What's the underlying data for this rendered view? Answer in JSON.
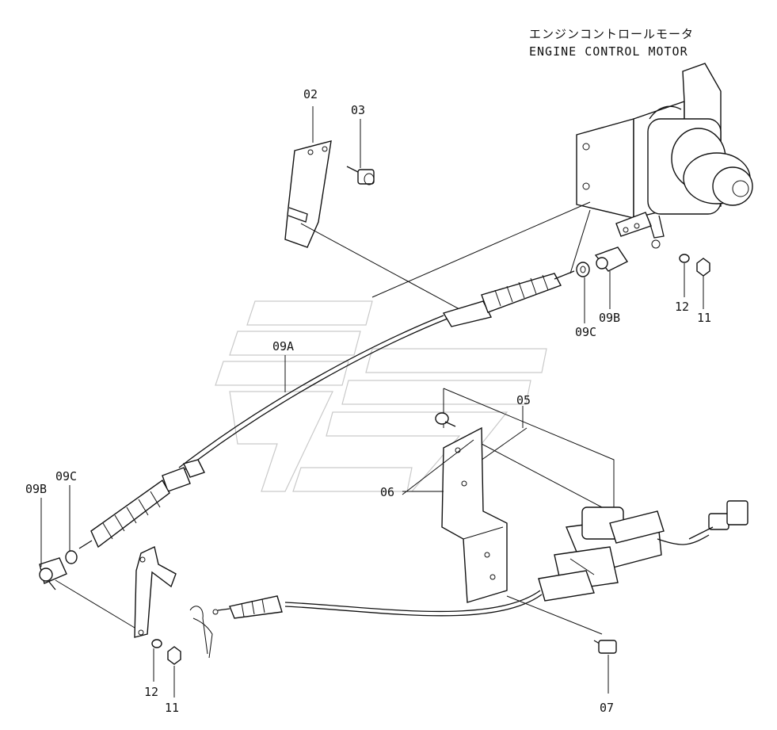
{
  "title": {
    "japanese": "エンジンコントロールモータ",
    "english": "ENGINE CONTROL MOTOR"
  },
  "callouts": {
    "p02": "02",
    "p03": "03",
    "p05": "05",
    "p06": "06",
    "p07": "07",
    "p09a": "09A",
    "p09b_top": "09B",
    "p09c_top": "09C",
    "p09b_left": "09B",
    "p09c_left": "09C",
    "p11_top": "11",
    "p12_top": "12",
    "p11_bottom": "11",
    "p12_bottom": "12"
  }
}
